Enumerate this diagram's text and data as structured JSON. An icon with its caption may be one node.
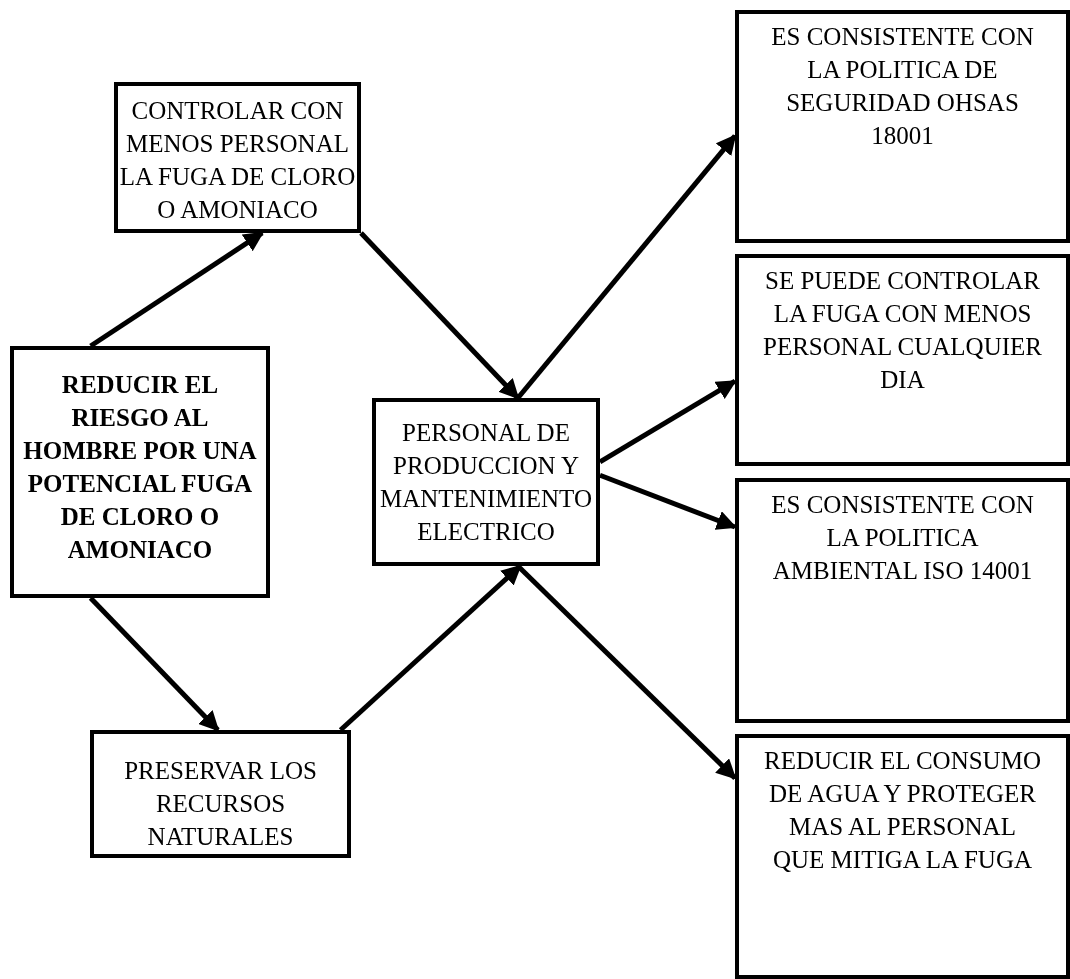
{
  "diagram": {
    "nodes": [
      {
        "text": [
          "REDUCIR EL RIESGO AL HOMBRE POR UNA POTENCIAL FUGA DE CLORO O AMONIACO"
        ]
      },
      {
        "text": [
          "CONTROLAR CON MENOS PERSONAL LA FUGA DE CLORO O AMONIACO"
        ]
      },
      {
        "text": [
          "PRESERVAR LOS RECURSOS NATURALES"
        ]
      },
      {
        "text": [
          "PERSONAL DE PRODUCCION Y MANTENIMIENTO ELECTRICO"
        ]
      },
      {
        "text": [
          "ES CONSISTENTE CON LA POLITICA DE SEGURIDAD OHSAS 18001"
        ]
      },
      {
        "text": [
          "SE PUEDE CONTROLAR LA FUGA CON MENOS PERSONAL CUALQUIER DIA"
        ]
      },
      {
        "text": [
          "ES CONSISTENTE CON LA POLITICA AMBIENTAL ISO 14001"
        ]
      },
      {
        "text": [
          "REDUCIR EL CONSUMO DE AGUA Y PROTEGER MAS AL PERSONAL QUE MITIGA LA FUGA"
        ]
      }
    ],
    "edges": [
      {
        "from": 0,
        "to": 1,
        "arrow": "to"
      },
      {
        "from": 1,
        "to": 3,
        "arrow": "to"
      },
      {
        "from": 0,
        "to": 2,
        "arrow": "to"
      },
      {
        "from": 2,
        "to": 3,
        "arrow": "to"
      },
      {
        "from": 3,
        "to": 4,
        "arrow": "to"
      },
      {
        "from": 3,
        "to": 5,
        "arrow": "to"
      },
      {
        "from": 3,
        "to": 6,
        "arrow": "to"
      },
      {
        "from": 3,
        "to": 7,
        "arrow": "to"
      }
    ]
  }
}
